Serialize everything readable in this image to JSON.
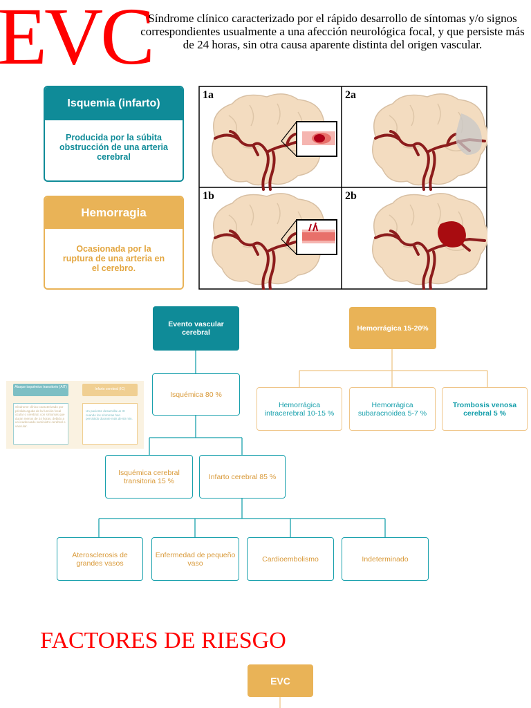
{
  "header": {
    "title": "EVC",
    "definition": "Síndrome clínico caracterizado por el rápido desarrollo de síntomas y/o signos correspondientes usualmente a una afección neurológica focal, y que persiste más de 24 horas, sin otra causa aparente distinta del origen vascular."
  },
  "cards": {
    "isquemia": {
      "title": "Isquemia (infarto)",
      "body": "Producida por la súbita obstrucción de una arteria cerebral"
    },
    "hemorragia": {
      "title": "Hemorragia",
      "body": "Ocasionada por la ruptura de una arteria en el cerebro."
    }
  },
  "brain_panels": {
    "p1a": "1a",
    "p2a": "2a",
    "p1b": "1b",
    "p2b": "2b"
  },
  "flow": {
    "evento": "Evento vascular cerebral",
    "isquemica": "Isquémica 80 %",
    "isq_transitoria": "Isquémica cerebral transitoria 15 %",
    "infarto": "Infarto cerebral 85 %",
    "aterosclerosis": "Aterosclerosis de grandes vasos",
    "pequeno_vaso": "Enfermedad de pequeño vaso",
    "cardioembolismo": "Cardioembolismo",
    "indeterminado": "Indeterminado",
    "hemorragica": "Hemorrágica 15-20%",
    "intracerebral": "Hemorrágica intracerebral 10-15 %",
    "subaracnoidea": "Hemorrágica subaracnoidea 5-7 %",
    "trombosis": "Trombosis venosa cerebral 5 %"
  },
  "mini": {
    "ait_title": "Ataque isquémico transitorio (AIT)",
    "ait_body": "Síndrome clínico caracterizado por pérdida aguda de la función focal ocular o cerebral, con síntomas que duran menos de 24 horas, debido a un inadecuado suministro cerebral o vascular.",
    "ic_title": "Infarto cerebral (IC)",
    "ic_body": "Un paciente desarrolla un IC cuando los síntomas han persistido durante más de 60 min."
  },
  "risk": {
    "title": "FACTORES DE RIESGO",
    "evc": "EVC"
  },
  "colors": {
    "teal": "#0f8b98",
    "gold": "#e9b357",
    "red": "#ff0000",
    "artery": "#8c1c1c",
    "brain": "#f3dcc0"
  }
}
